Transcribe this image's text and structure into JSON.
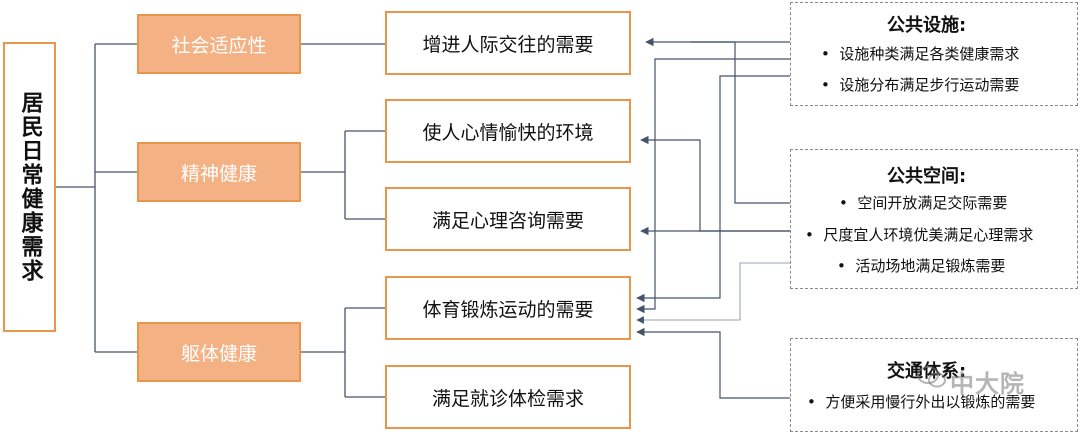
{
  "root": {
    "label": "居民日常健康需求"
  },
  "categories": {
    "social": "社会适应性",
    "mental": "精神健康",
    "body": "躯体健康"
  },
  "needs": {
    "n1": "增进人际交往的需要",
    "n2": "使人心情愉快的环境",
    "n3": "满足心理咨询需要",
    "n4": "体育锻炼运动的需要",
    "n5": "满足就诊体检需求"
  },
  "panels": {
    "facilities": {
      "title": "公共设施:",
      "items": [
        "设施种类满足各类健康需求",
        "设施分布满足步行运动需要"
      ]
    },
    "space": {
      "title": "公共空间:",
      "items": [
        "空间开放满足交际需要",
        "尺度宜人环境优美满足心理需求",
        "活动场地满足锻炼需要"
      ]
    },
    "traffic": {
      "title": "交通体系:",
      "items": [
        "方便采用慢行外出以锻炼的需要"
      ]
    }
  },
  "watermark": {
    "text": "中大院"
  },
  "colors": {
    "accent": "#e8954e",
    "category_fill": "#f4b183",
    "line": "#44546a"
  }
}
